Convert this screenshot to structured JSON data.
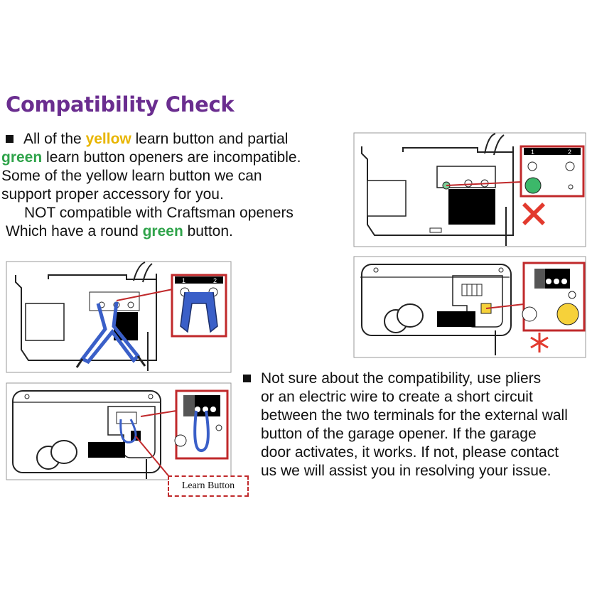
{
  "title": "Compatibility Check",
  "intro": {
    "line1_pre": "All of the ",
    "line1_yellow": "yellow",
    "line1_post": " learn button and partial",
    "line2_green": "green",
    "line2_post": " learn button openers are incompatible.",
    "line3": "Some of the yellow learn button we can",
    "line4": "support proper accessory for you.",
    "line5": "NOT compatible with Craftsman openers",
    "line6_pre": "Which have a round ",
    "line6_green": "green",
    "line6_post": " button."
  },
  "instructions": {
    "line1": "Not sure about the compatibility, use pliers",
    "line2": "or an electric wire to create a short circuit",
    "line3": "between the two terminals for the external wall",
    "line4": "button of the garage opener. If the garage",
    "line5": "door activates, it works. If not, please contact",
    "line6": "us we will assist you in resolving your issue."
  },
  "callout_label": "Learn Button",
  "terminal_labels": {
    "left": "1",
    "right": "2"
  },
  "colors": {
    "title": "#6a2d8f",
    "yellow": "#e8b500",
    "green": "#2fa34a",
    "callout_red": "#c0292b",
    "plier_blue": "#3a5fc8"
  }
}
